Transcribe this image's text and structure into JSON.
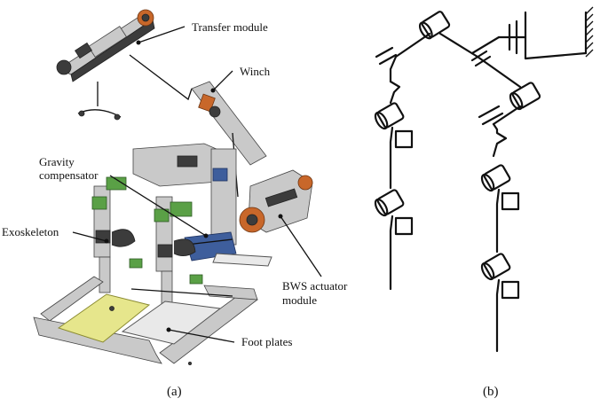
{
  "panel_a": {
    "caption": "(a)",
    "labels": {
      "transfer_module": "Transfer module",
      "winch": "Winch",
      "gravity_compensator_line1": "Gravity",
      "gravity_compensator_line2": "compensator",
      "exoskeleton": "Exoskeleton",
      "bws_actuator_line1": "BWS actuator",
      "bws_actuator_line2": "module",
      "foot_plates": "Foot plates"
    }
  },
  "panel_b": {
    "caption": "(b)"
  }
}
